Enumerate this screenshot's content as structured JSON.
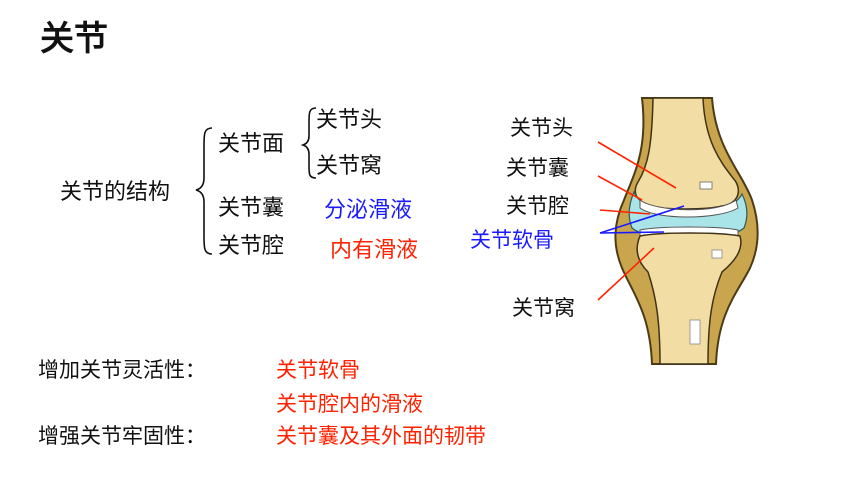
{
  "title": "关节",
  "structure": {
    "root": "关节的结构",
    "surface": "关节面",
    "head": "关节头",
    "socket": "关节窝",
    "capsule": "关节囊",
    "capsule_note": "分泌滑液",
    "cavity": "关节腔",
    "cavity_note": "内有滑液"
  },
  "figure_labels": {
    "head": "关节头",
    "capsule": "关节囊",
    "cavity": "关节腔",
    "cartilage": "关节软骨",
    "socket": "关节窝"
  },
  "features": {
    "flex_label": "增加关节灵活性：",
    "flex_items": [
      "关节软骨",
      "关节腔内的滑液"
    ],
    "firm_label": "增强关节牢固性：",
    "firm_item": "关节囊及其外面的韧带"
  },
  "colors": {
    "text": "#111111",
    "blue": "#1a1aff",
    "red": "#ff2200",
    "bone": "#f2dea4",
    "capsule": "#c9a64d",
    "cavity": "#a8e4e8"
  }
}
